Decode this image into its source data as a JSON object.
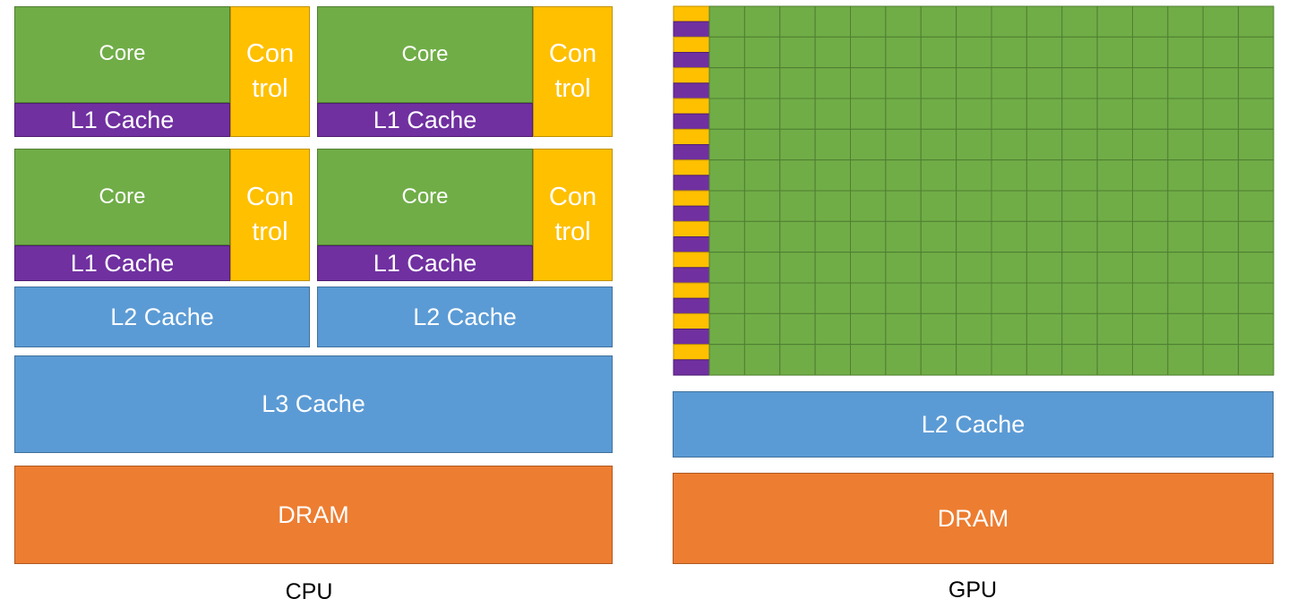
{
  "colors": {
    "core": "#70ad47",
    "l1_cache": "#7030a0",
    "control": "#ffc000",
    "cache": "#5b9bd5",
    "dram": "#ed7d31"
  },
  "cpu": {
    "label": "CPU",
    "cores": [
      {
        "core": "Core",
        "l1": "L1 Cache",
        "control": "Con\ntrol"
      },
      {
        "core": "Core",
        "l1": "L1 Cache",
        "control": "Con\ntrol"
      },
      {
        "core": "Core",
        "l1": "L1 Cache",
        "control": "Con\ntrol"
      },
      {
        "core": "Core",
        "l1": "L1 Cache",
        "control": "Con\ntrol"
      }
    ],
    "l2": [
      "L2 Cache",
      "L2 Cache"
    ],
    "l3": "L3 Cache",
    "dram": "DRAM"
  },
  "gpu": {
    "label": "GPU",
    "grid": {
      "rows": 12,
      "cols": 16
    },
    "l2": "L2 Cache",
    "dram": "DRAM"
  }
}
